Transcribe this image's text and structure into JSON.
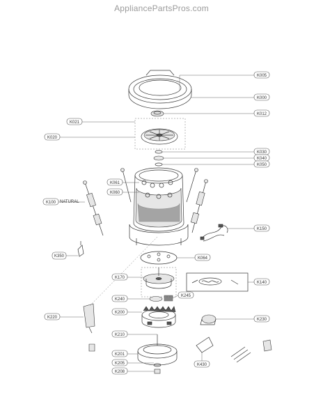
{
  "watermark": "AppliancePartsPros.com",
  "note_natural": "NATURAL",
  "callouts": {
    "k005": "K005",
    "k000": "K000",
    "k012": "K012",
    "k021": "K021",
    "k020": "K020",
    "k030": "K030",
    "k040": "K040",
    "k050": "K050",
    "k061": "K061",
    "k060": "K060",
    "k100": "K100",
    "k150": "K150",
    "k350": "K350",
    "k064": "K064",
    "k170": "K170",
    "k140": "K140",
    "k240": "K240",
    "k245": "K245",
    "k200": "K200",
    "k230": "K230",
    "k220": "K220",
    "k210": "K210",
    "k201": "K201",
    "k430": "K430",
    "k205": "K205",
    "k208": "K208"
  }
}
